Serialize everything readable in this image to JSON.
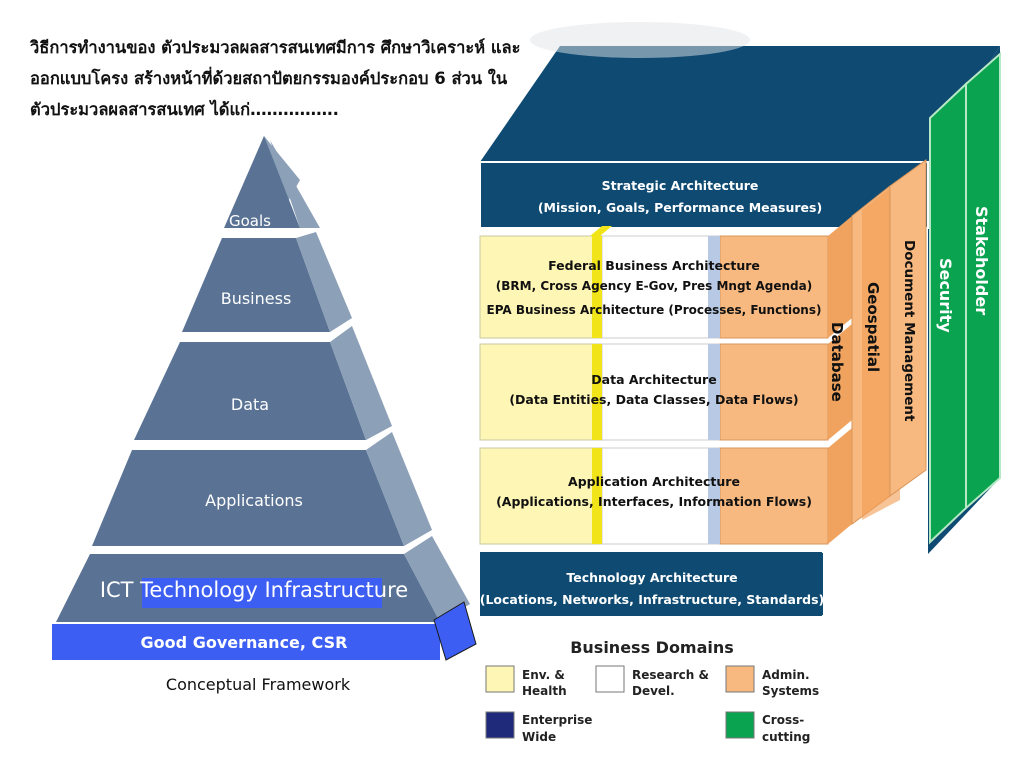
{
  "title": {
    "line1": "วิธีการทำงานของ ตัวประมวลผลสารสนเทศมีการ ศึกษาวิเคราะห์ และ",
    "line2": "ออกแบบโครง สร้างหน้าที่ด้วยสถาปัตยกรรมองค์ประกอบ 6 ส่วน ใน",
    "line3": "ตัวประมวลผลสารสนเทศ ได้แก่……………."
  },
  "pyramid": {
    "levels": [
      "Goals",
      "Business",
      "Data",
      "Applications"
    ],
    "base": "ICT Technology Infrastructure",
    "governance": "Good Governance, CSR",
    "caption": "Conceptual Framework"
  },
  "cube": {
    "strategic": {
      "line1": "Strategic Architecture",
      "line2": "(Mission, Goals, Performance Measures)"
    },
    "business": {
      "line1": "Federal Business Architecture",
      "line2": "(BRM, Cross Agency E-Gov, Pres Mngt Agenda)",
      "line3": "EPA Business Architecture (Processes, Functions)"
    },
    "data": {
      "line1": "Data Architecture",
      "line2": "(Data Entities, Data Classes, Data Flows)"
    },
    "application": {
      "line1": "Application Architecture",
      "line2": "(Applications, Interfaces, Information Flows)"
    },
    "technology": {
      "line1": "Technology Architecture",
      "line2": "(Locations, Networks, Infrastructure, Standards)"
    },
    "side_labels": [
      "Database",
      "Geospatial",
      "Document Management",
      "Security",
      "Stakeholder"
    ]
  },
  "legend": {
    "title": "Business Domains",
    "items": [
      {
        "label1": "Env. &",
        "label2": "Health",
        "color": "#fdf6b5"
      },
      {
        "label1": "Research &",
        "label2": "Devel.",
        "color": "#ffffff"
      },
      {
        "label1": "Admin.",
        "label2": "Systems",
        "color": "#f7b980"
      },
      {
        "label1": "Enterprise",
        "label2": "Wide",
        "color": "#1f2a7a"
      },
      {
        "label1": "Cross-",
        "label2": "cutting",
        "color": "#0aa350"
      }
    ]
  },
  "colors": {
    "pyramid": "#5a7394",
    "pyramid_side": "#8ca0b8",
    "navy": "#0e4a72",
    "orange": "#f7b980",
    "yellow": "#fdf6b5",
    "green": "#0aa350",
    "governance": "#3c5ef2"
  }
}
